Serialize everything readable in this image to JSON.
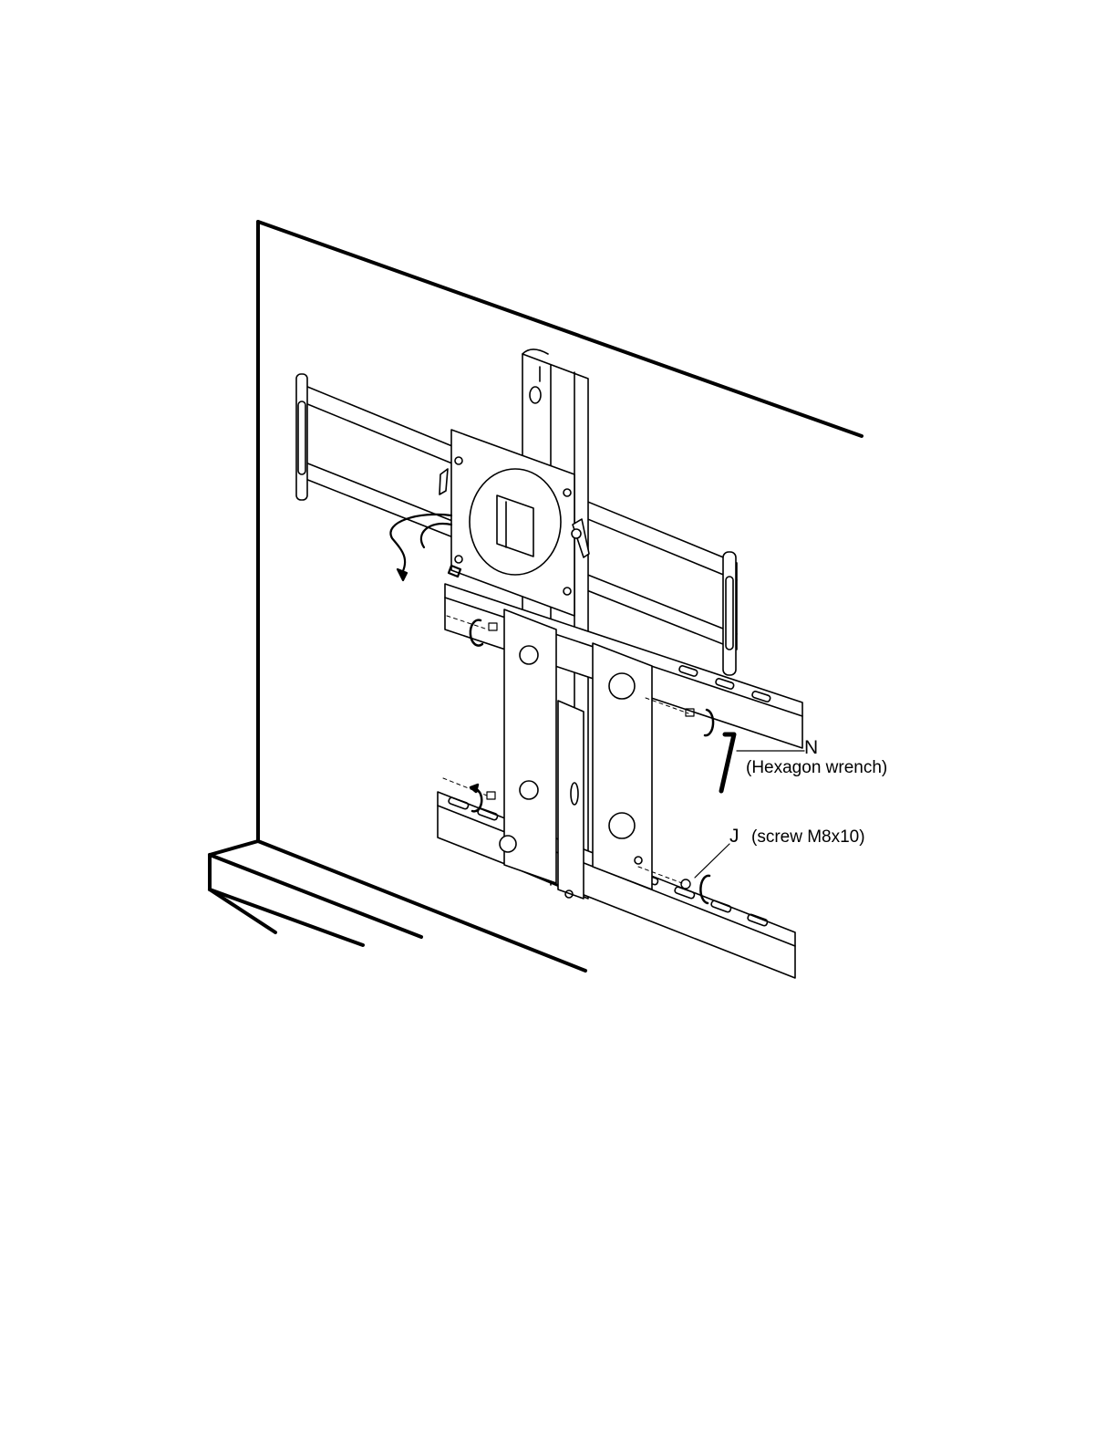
{
  "labels": {
    "wrench_letter": "N",
    "wrench_desc": "(Hexagon wrench)",
    "screw_letter": "J",
    "screw_desc": "(screw M8x10)"
  }
}
